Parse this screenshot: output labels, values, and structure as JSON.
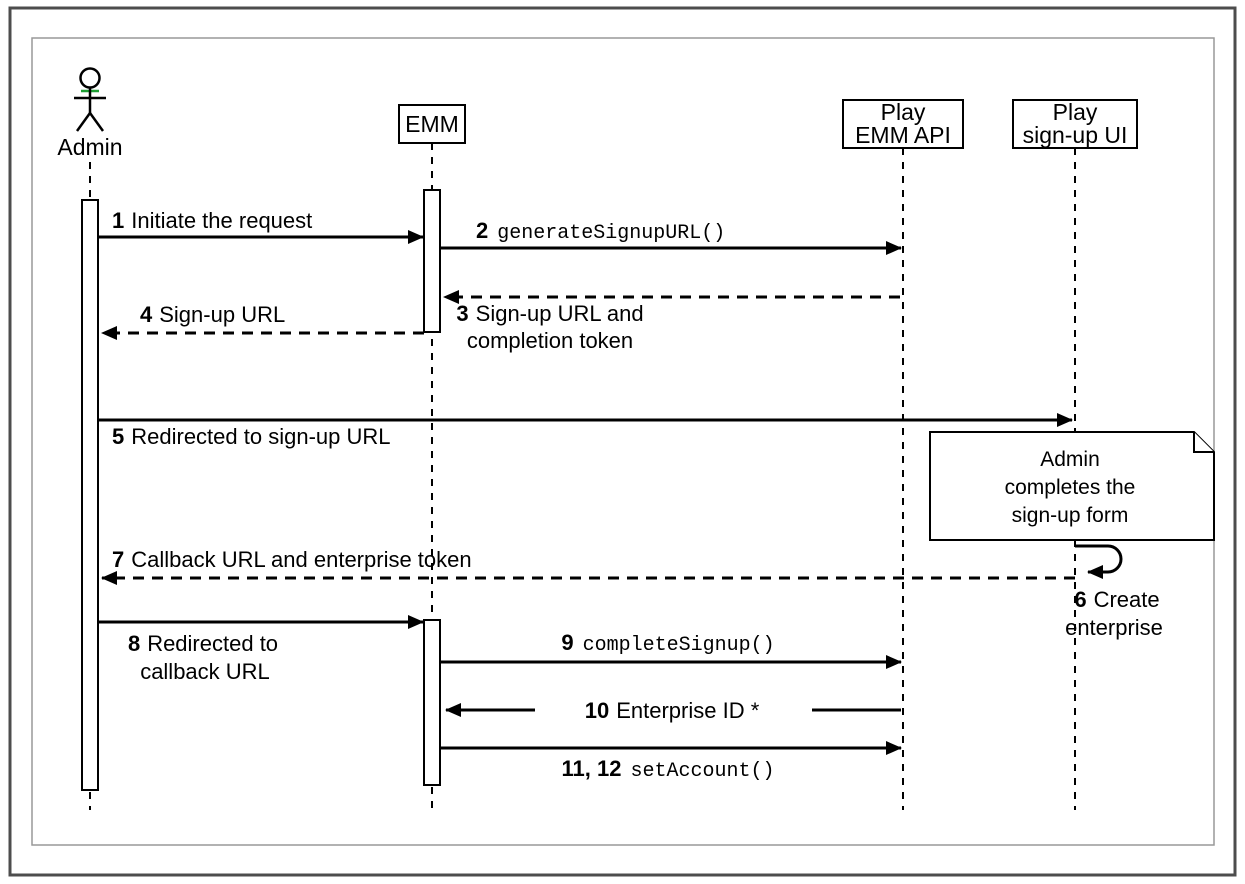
{
  "participants": {
    "admin": {
      "label": "Admin"
    },
    "emm": {
      "label": "EMM"
    },
    "play_emm_api": {
      "line1": "Play",
      "line2": "EMM API"
    },
    "play_signup_ui": {
      "line1": "Play",
      "line2": "sign-up UI"
    }
  },
  "messages": {
    "m1": {
      "num": "1",
      "text": "Initiate the request"
    },
    "m2": {
      "num": "2",
      "code": "generateSignupURL()"
    },
    "m3": {
      "num": "3",
      "text": "Sign-up URL and",
      "text2": "completion token"
    },
    "m4": {
      "num": "4",
      "text": "Sign-up URL"
    },
    "m5": {
      "num": "5",
      "text": "Redirected to sign-up URL"
    },
    "m6": {
      "num": "6",
      "text": "Create",
      "text2": "enterprise"
    },
    "m7": {
      "num": "7",
      "text": "Callback URL and enterprise token"
    },
    "m8": {
      "num": "8",
      "text": "Redirected to",
      "text2": "callback URL"
    },
    "m9": {
      "num": "9",
      "code": "completeSignup()"
    },
    "m10": {
      "num": "10",
      "text": "Enterprise ID *"
    },
    "m11": {
      "num": "11, 12",
      "code": "setAccount()"
    }
  },
  "note": {
    "line1": "Admin",
    "line2": "completes the",
    "line3": "sign-up form"
  },
  "colors": {
    "line": "#000000",
    "actor_accent_green": "#1e9e33",
    "frame_outer": "#4d4d4d",
    "frame_inner": "#999999",
    "background": "#ffffff"
  }
}
